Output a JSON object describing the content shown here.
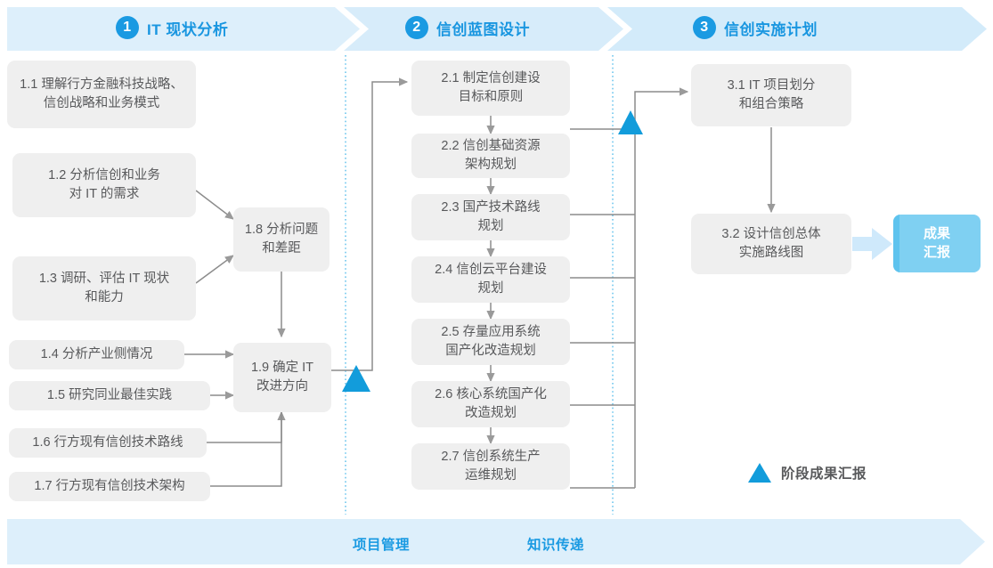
{
  "colors": {
    "accent": "#1a9ae2",
    "band_fill": "#ddeffb",
    "node_fill": "#efefef",
    "node_text": "#58595b",
    "connector": "#8c8c8c",
    "milestone": "#129cdb",
    "result_fill": "#7fd0f2",
    "result_edge": "#5ec3ee",
    "divider_dotted": "#3fb3e8"
  },
  "phases": [
    {
      "number": "1",
      "label": "IT 现状分析"
    },
    {
      "number": "2",
      "label": "信创蓝图设计"
    },
    {
      "number": "3",
      "label": "信创实施计划"
    }
  ],
  "nodes": [
    {
      "id": "1.1",
      "lines": [
        "1.1 理解行方金融科技战略、",
        "信创战略和业务模式"
      ]
    },
    {
      "id": "1.2",
      "lines": [
        "1.2 分析信创和业务",
        "对 IT 的需求"
      ]
    },
    {
      "id": "1.3",
      "lines": [
        "1.3 调研、评估 IT 现状",
        "和能力"
      ]
    },
    {
      "id": "1.4",
      "lines": [
        "1.4 分析产业侧情况"
      ]
    },
    {
      "id": "1.5",
      "lines": [
        "1.5 研究同业最佳实践"
      ]
    },
    {
      "id": "1.6",
      "lines": [
        "1.6 行方现有信创技术路线"
      ]
    },
    {
      "id": "1.7",
      "lines": [
        "1.7 行方现有信创技术架构"
      ]
    },
    {
      "id": "1.8",
      "lines": [
        "1.8 分析问题",
        "和差距"
      ]
    },
    {
      "id": "1.9",
      "lines": [
        "1.9 确定 IT",
        "改进方向"
      ]
    },
    {
      "id": "2.1",
      "lines": [
        "2.1 制定信创建设",
        "目标和原则"
      ]
    },
    {
      "id": "2.2",
      "lines": [
        "2.2 信创基础资源",
        "架构规划"
      ]
    },
    {
      "id": "2.3",
      "lines": [
        "2.3 国产技术路线",
        "规划"
      ]
    },
    {
      "id": "2.4",
      "lines": [
        "2.4 信创云平台建设",
        "规划"
      ]
    },
    {
      "id": "2.5",
      "lines": [
        "2.5 存量应用系统",
        "国产化改造规划"
      ]
    },
    {
      "id": "2.6",
      "lines": [
        "2.6 核心系统国产化",
        "改造规划"
      ]
    },
    {
      "id": "2.7",
      "lines": [
        "2.7 信创系统生产",
        "运维规划"
      ]
    },
    {
      "id": "3.1",
      "lines": [
        "3.1 IT 项目划分",
        "和组合策略"
      ]
    },
    {
      "id": "3.2",
      "lines": [
        "3.2 设计信创总体",
        "实施路线图"
      ]
    }
  ],
  "result": {
    "lines": [
      "成果",
      "汇报"
    ]
  },
  "legend": {
    "label": "阶段成果汇报",
    "icon": "triangle-up-icon"
  },
  "bottom_band": {
    "labels": [
      "项目管理",
      "知识传递"
    ]
  }
}
